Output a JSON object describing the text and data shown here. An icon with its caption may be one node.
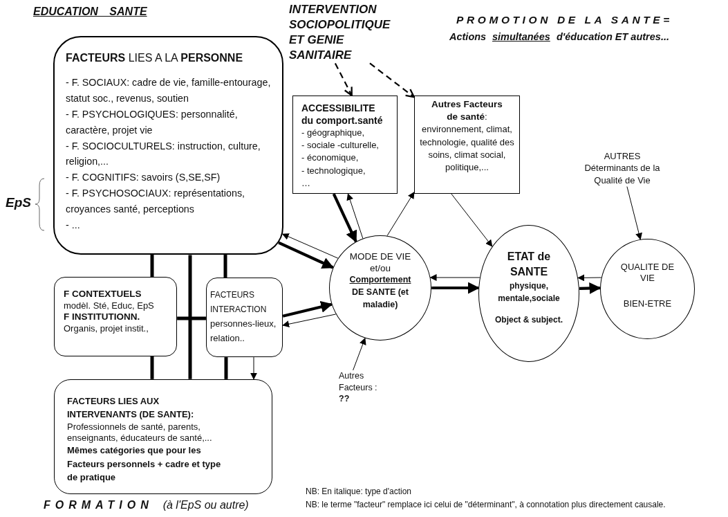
{
  "diagram": {
    "nodes": [
      {
        "text": [
          "**FACTEURS** LIES A LA **PERSONNE**",
          "- F. SOCIAUX: cadre de vie, famille-entourage, statut soc., revenus, soutien",
          "- F. PSYCHOLOGIQUES: personnalité, caractère, projet vie",
          "- F. SOCIOCULTURELS: instruction, culture, religion,...",
          "- F. COGNITIFS: savoirs (S,SE,SF)",
          "- F. PSYCHOSOCIAUX: représentations, croyances santé, perceptions",
          "- ..."
        ]
      },
      {
        "text": [
          "F CONTEXTUELS",
          "modèl. Sté, Educ, EpS",
          "F INSTITUTIONN.",
          "Organis, projet instit.,"
        ]
      },
      {
        "text": [
          "FACTEURS INTERACTION",
          "personnes-lieux, relation.."
        ]
      },
      {
        "text": [
          "FACTEURS LIES AUX INTERVENANTS (DE SANTE):",
          "Professionnels de santé, parents, enseignants, éducateurs de santé,...",
          "Mêmes catégories que pour les Facteurs personnels + cadre et type de pratique"
        ],
        "beside": [
          "FORMATION",
          "(à l'EpS ou autre)"
        ]
      },
      {
        "text": [
          "INTERVENTION SOCIOPOLITIQUE ET GENIE SANITAIRE"
        ]
      },
      {
        "text": [
          "ACCESSIBILITE du comport.santé",
          "- géographique,",
          "- sociale -culturelle,",
          "- économique,",
          "- technologique,",
          "…"
        ]
      },
      {
        "text": [
          "**Autres Facteurs de santé**:",
          "environnement, climat, technologie, qualité des soins, climat social, politique,..."
        ]
      },
      {
        "text": [
          "MODE DE VIE et/ou",
          "Comportement",
          "DE SANTE (et maladie)"
        ]
      },
      {
        "text": [
          "ETAT de SANTE",
          "physique, mentale,sociale",
          "Object & subject."
        ]
      },
      {
        "text": [
          "QUALITE DE VIE",
          "BIEN-ETRE"
        ]
      },
      {
        "text": [
          "AUTRES",
          "Déterminants de la Qualité de Vie"
        ]
      },
      {
        "text": [
          "Autres Facteurs :",
          "??"
        ]
      }
    ],
    "edges": [
      {
        "from": 4,
        "to": 5,
        "arrow": "to",
        "style": "dashed"
      },
      {
        "from": 4,
        "to": 6,
        "arrow": "to",
        "style": "dashed"
      },
      {
        "from": 0,
        "to": 7,
        "arrow": "to",
        "style": "thick"
      },
      {
        "from": 7,
        "to": 0,
        "arrow": "to"
      },
      {
        "from": 5,
        "to": 7,
        "arrow": "to",
        "style": "thick"
      },
      {
        "from": 7,
        "to": 5,
        "arrow": "to"
      },
      {
        "from": 7,
        "to": 6,
        "arrow": "to"
      },
      {
        "from": 6,
        "to": 8,
        "arrow": "to"
      },
      {
        "from": 2,
        "to": 7,
        "arrow": "to",
        "style": "thick"
      },
      {
        "from": 7,
        "to": 2,
        "arrow": "to"
      },
      {
        "from": 7,
        "to": 8,
        "arrow": "to",
        "style": "thick"
      },
      {
        "from": 8,
        "to": 7,
        "arrow": "to"
      },
      {
        "from": 8,
        "to": 9,
        "arrow": "to",
        "style": "thick"
      },
      {
        "from": 9,
        "to": 8,
        "arrow": "to"
      },
      {
        "from": 10,
        "to": 9,
        "arrow": "to"
      },
      {
        "from": 11,
        "to": 7,
        "arrow": "to"
      },
      {
        "from": 2,
        "to": 3,
        "arrow": "to"
      },
      {
        "from": 0,
        "to": 1,
        "arrow": "none",
        "style": "thick"
      },
      {
        "from": 1,
        "to": 3,
        "arrow": "none",
        "style": "thick"
      },
      {
        "from": 0,
        "to": 3,
        "arrow": "none",
        "style": "thick"
      },
      {
        "from": 0,
        "to": 2,
        "arrow": "none",
        "style": "thick"
      },
      {
        "from": 2,
        "to": 3,
        "arrow": "none",
        "style": "thick"
      },
      {
        "from": 1,
        "to": 2,
        "arrow": "none",
        "style": "thick"
      }
    ],
    "labels": [
      "EDUCATION SANTE",
      "PROMOTION DE LA SANTE=",
      "Actions",
      "simultanées",
      "d'éducation ET autres...",
      "EpS",
      "NB: En italique: type d'action",
      "NB: le terme \"facteur\" remplace ici celui de \"déterminant\", à connotation plus directement causale."
    ]
  }
}
